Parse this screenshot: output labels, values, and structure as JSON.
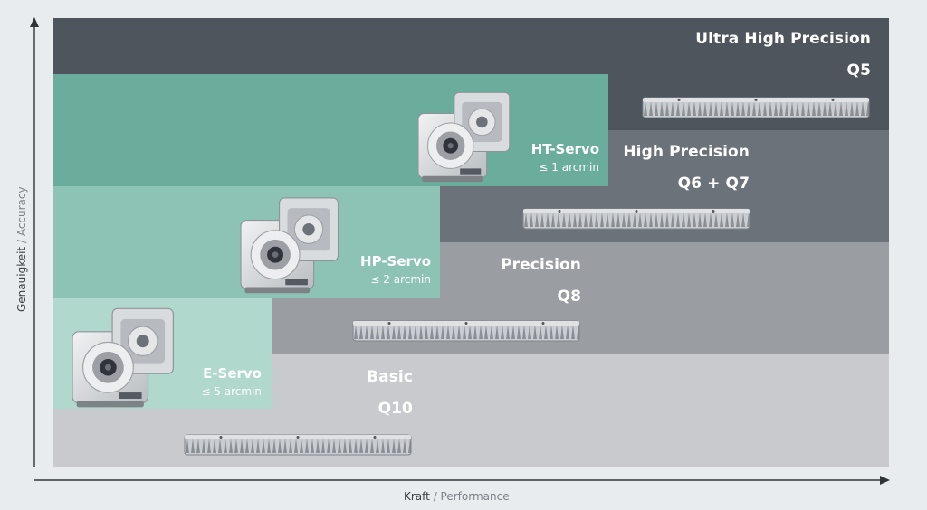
{
  "precision_levels": [
    {
      "name": "Ultra High Precision",
      "grade": "Q5"
    },
    {
      "name": "High Precision",
      "grade": "Q6 + Q7"
    },
    {
      "name": "Precision",
      "grade": "Q8"
    },
    {
      "name": "Basic",
      "grade": "Q10"
    }
  ],
  "servos": [
    {
      "name": "HT-Servo",
      "spec": "≤ 1 arcmin"
    },
    {
      "name": "HP-Servo",
      "spec": "≤ 2 arcmin"
    },
    {
      "name": "E-Servo",
      "spec": "≤ 5 arcmin"
    }
  ],
  "axes": {
    "y_primary": "Genauigkeit",
    "y_secondary": "/ Accuracy",
    "x_primary": "Kraft",
    "x_secondary": "/ Performance"
  },
  "colors": {
    "band_ultra": "#4f555c",
    "band_high": "#6c7279",
    "band_precision": "#9a9ea3",
    "band_basic": "#c8cacd",
    "servo_ht": "#6aad9c",
    "servo_hp": "#8cc3b4",
    "servo_e": "#b1d8cc"
  },
  "icons": [
    "gearbox-icon",
    "gear-rack-icon"
  ]
}
